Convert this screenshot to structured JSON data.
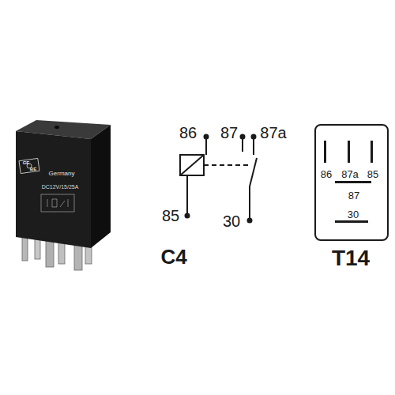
{
  "diagram": {
    "nodes": [
      {
        "text": [
          "86",
          "87a",
          "85",
          "87",
          "30"
        ]
      }
    ],
    "labels": [
      "86",
      "87",
      "87a",
      "85",
      "30",
      "C4",
      "T14",
      "GE",
      "BE",
      "Germany",
      "DC12V/15/25A"
    ]
  }
}
